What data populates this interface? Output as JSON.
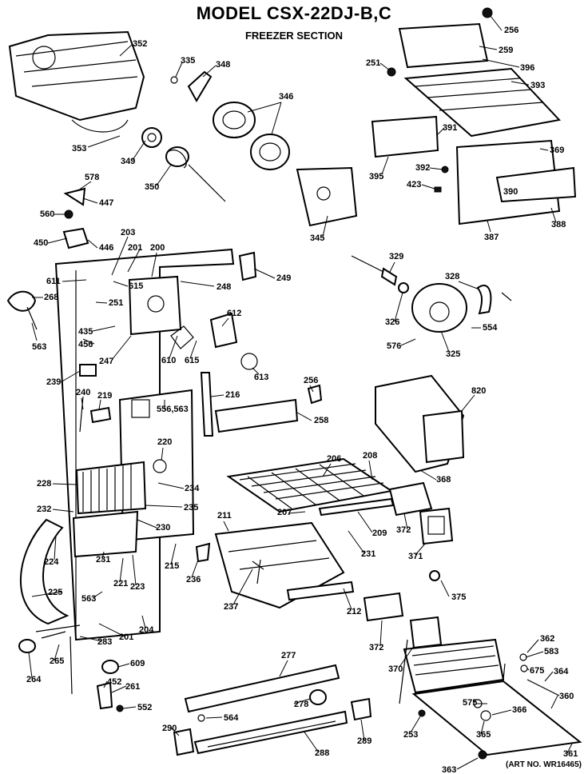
{
  "header": {
    "model_title": "MODEL CSX-22DJ-B,C",
    "section_title": "FREEZER SECTION",
    "art_number": "(ART NO. WR16465)"
  },
  "labels": {
    "352": "352",
    "335": "335",
    "348": "348",
    "346": "346",
    "353": "353",
    "349": "349",
    "350": "350",
    "345": "345",
    "256a": "256",
    "259": "259",
    "396": "396",
    "251a": "251",
    "393": "393",
    "391": "391",
    "395": "395",
    "369": "369",
    "392": "392",
    "423": "423",
    "390": "390",
    "387": "387",
    "388": "388",
    "578": "578",
    "447": "447",
    "560": "560",
    "450": "450",
    "446": "446",
    "203": "203",
    "201a": "201",
    "200": "200",
    "249": "249",
    "248": "248",
    "611": "611",
    "615a": "615",
    "268": "268",
    "251b": "251",
    "563a": "563",
    "435": "435",
    "456": "456",
    "247": "247",
    "610": "610",
    "615b": "615",
    "612": "612",
    "613": "613",
    "329": "329",
    "328": "328",
    "326": "326",
    "325": "325",
    "576": "576",
    "554": "554",
    "239": "239",
    "240": "240",
    "219": "219",
    "216": "216",
    "556": "556,563",
    "256b": "256",
    "258": "258",
    "820": "820",
    "220": "220",
    "206": "206",
    "208": "208",
    "368": "368",
    "228": "228",
    "234": "234",
    "235": "235",
    "232": "232",
    "230": "230",
    "207": "207",
    "209": "209",
    "211": "211",
    "372a": "372",
    "371": "371",
    "231a": "231",
    "231b": "231",
    "224": "224",
    "221": "221",
    "223": "223",
    "215": "215",
    "236": "236",
    "225": "225",
    "563b": "563",
    "237": "237",
    "212": "212",
    "375": "375",
    "204": "204",
    "201b": "201",
    "283": "283",
    "265": "265",
    "609": "609",
    "372b": "372",
    "362": "362",
    "583": "583",
    "370": "370",
    "675": "675",
    "364": "364",
    "264": "264",
    "277": "277",
    "452": "452",
    "261": "261",
    "360": "360",
    "552": "552",
    "278": "278",
    "575": "575",
    "366": "366",
    "564": "564",
    "253": "253",
    "365": "365",
    "290": "290",
    "289": "289",
    "288": "288",
    "361": "361",
    "363": "363"
  }
}
